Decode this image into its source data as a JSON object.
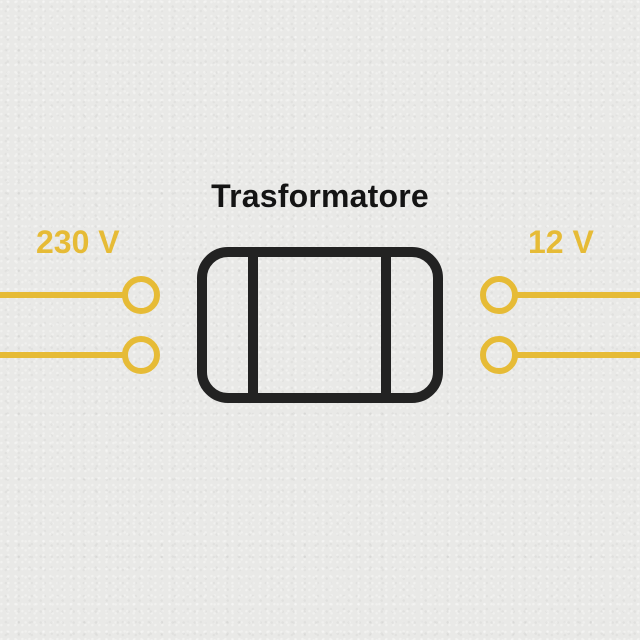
{
  "title": "Trasformatore",
  "input": {
    "voltage_label": "230 V"
  },
  "output": {
    "voltage_label": "12 V"
  },
  "colors": {
    "background": "#e9e9e7",
    "accent": "#e6bb36",
    "stroke": "#222222",
    "text": "#141414"
  },
  "icons": {
    "component": "transformer-symbol-icon",
    "terminal": "terminal-circle-icon"
  }
}
